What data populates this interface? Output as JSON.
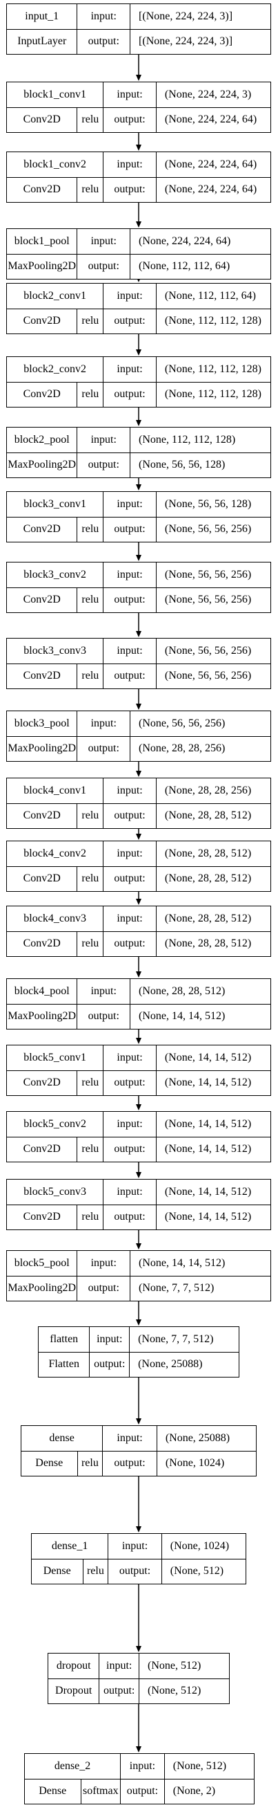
{
  "layers": [
    {
      "name": "input_1",
      "type": "InputLayer",
      "activation": "",
      "input": "[(None, 224, 224, 3)]",
      "output": "[(None, 224, 224, 3)]"
    },
    {
      "name": "block1_conv1",
      "type": "Conv2D",
      "activation": "relu",
      "input": "(None, 224, 224, 3)",
      "output": "(None, 224, 224, 64)"
    },
    {
      "name": "block1_conv2",
      "type": "Conv2D",
      "activation": "relu",
      "input": "(None, 224, 224, 64)",
      "output": "(None, 224, 224, 64)"
    },
    {
      "name": "block1_pool",
      "type": "MaxPooling2D",
      "activation": "",
      "input": "(None, 224, 224, 64)",
      "output": "(None, 112, 112, 64)"
    },
    {
      "name": "block2_conv1",
      "type": "Conv2D",
      "activation": "relu",
      "input": "(None, 112, 112, 64)",
      "output": "(None, 112, 112, 128)"
    },
    {
      "name": "block2_conv2",
      "type": "Conv2D",
      "activation": "relu",
      "input": "(None, 112, 112, 128)",
      "output": "(None, 112, 112, 128)"
    },
    {
      "name": "block2_pool",
      "type": "MaxPooling2D",
      "activation": "",
      "input": "(None, 112, 112, 128)",
      "output": "(None, 56, 56, 128)"
    },
    {
      "name": "block3_conv1",
      "type": "Conv2D",
      "activation": "relu",
      "input": "(None, 56, 56, 128)",
      "output": "(None, 56, 56, 256)"
    },
    {
      "name": "block3_conv2",
      "type": "Conv2D",
      "activation": "relu",
      "input": "(None, 56, 56, 256)",
      "output": "(None, 56, 56, 256)"
    },
    {
      "name": "block3_conv3",
      "type": "Conv2D",
      "activation": "relu",
      "input": "(None, 56, 56, 256)",
      "output": "(None, 56, 56, 256)"
    },
    {
      "name": "block3_pool",
      "type": "MaxPooling2D",
      "activation": "",
      "input": "(None, 56, 56, 256)",
      "output": "(None, 28, 28, 256)"
    },
    {
      "name": "block4_conv1",
      "type": "Conv2D",
      "activation": "relu",
      "input": "(None, 28, 28, 256)",
      "output": "(None, 28, 28, 512)"
    },
    {
      "name": "block4_conv2",
      "type": "Conv2D",
      "activation": "relu",
      "input": "(None, 28, 28, 512)",
      "output": "(None, 28, 28, 512)"
    },
    {
      "name": "block4_conv3",
      "type": "Conv2D",
      "activation": "relu",
      "input": "(None, 28, 28, 512)",
      "output": "(None, 28, 28, 512)"
    },
    {
      "name": "block4_pool",
      "type": "MaxPooling2D",
      "activation": "",
      "input": "(None, 28, 28, 512)",
      "output": "(None, 14, 14, 512)"
    },
    {
      "name": "block5_conv1",
      "type": "Conv2D",
      "activation": "relu",
      "input": "(None, 14, 14, 512)",
      "output": "(None, 14, 14, 512)"
    },
    {
      "name": "block5_conv2",
      "type": "Conv2D",
      "activation": "relu",
      "input": "(None, 14, 14, 512)",
      "output": "(None, 14, 14, 512)"
    },
    {
      "name": "block5_conv3",
      "type": "Conv2D",
      "activation": "relu",
      "input": "(None, 14, 14, 512)",
      "output": "(None, 14, 14, 512)"
    },
    {
      "name": "block5_pool",
      "type": "MaxPooling2D",
      "activation": "",
      "input": "(None, 14, 14, 512)",
      "output": "(None, 7, 7, 512)"
    },
    {
      "name": "flatten",
      "type": "Flatten",
      "activation": "",
      "input": "(None, 7, 7, 512)",
      "output": "(None, 25088)"
    },
    {
      "name": "dense",
      "type": "Dense",
      "activation": "relu",
      "input": "(None, 25088)",
      "output": "(None, 1024)"
    },
    {
      "name": "dense_1",
      "type": "Dense",
      "activation": "relu",
      "input": "(None, 1024)",
      "output": "(None, 512)"
    },
    {
      "name": "dropout",
      "type": "Dropout",
      "activation": "",
      "input": "(None, 512)",
      "output": "(None, 512)"
    },
    {
      "name": "dense_2",
      "type": "Dense",
      "activation": "softmax",
      "input": "(None, 512)",
      "output": "(None, 2)"
    }
  ],
  "port_labels": {
    "input": "input:",
    "output": "output:"
  }
}
